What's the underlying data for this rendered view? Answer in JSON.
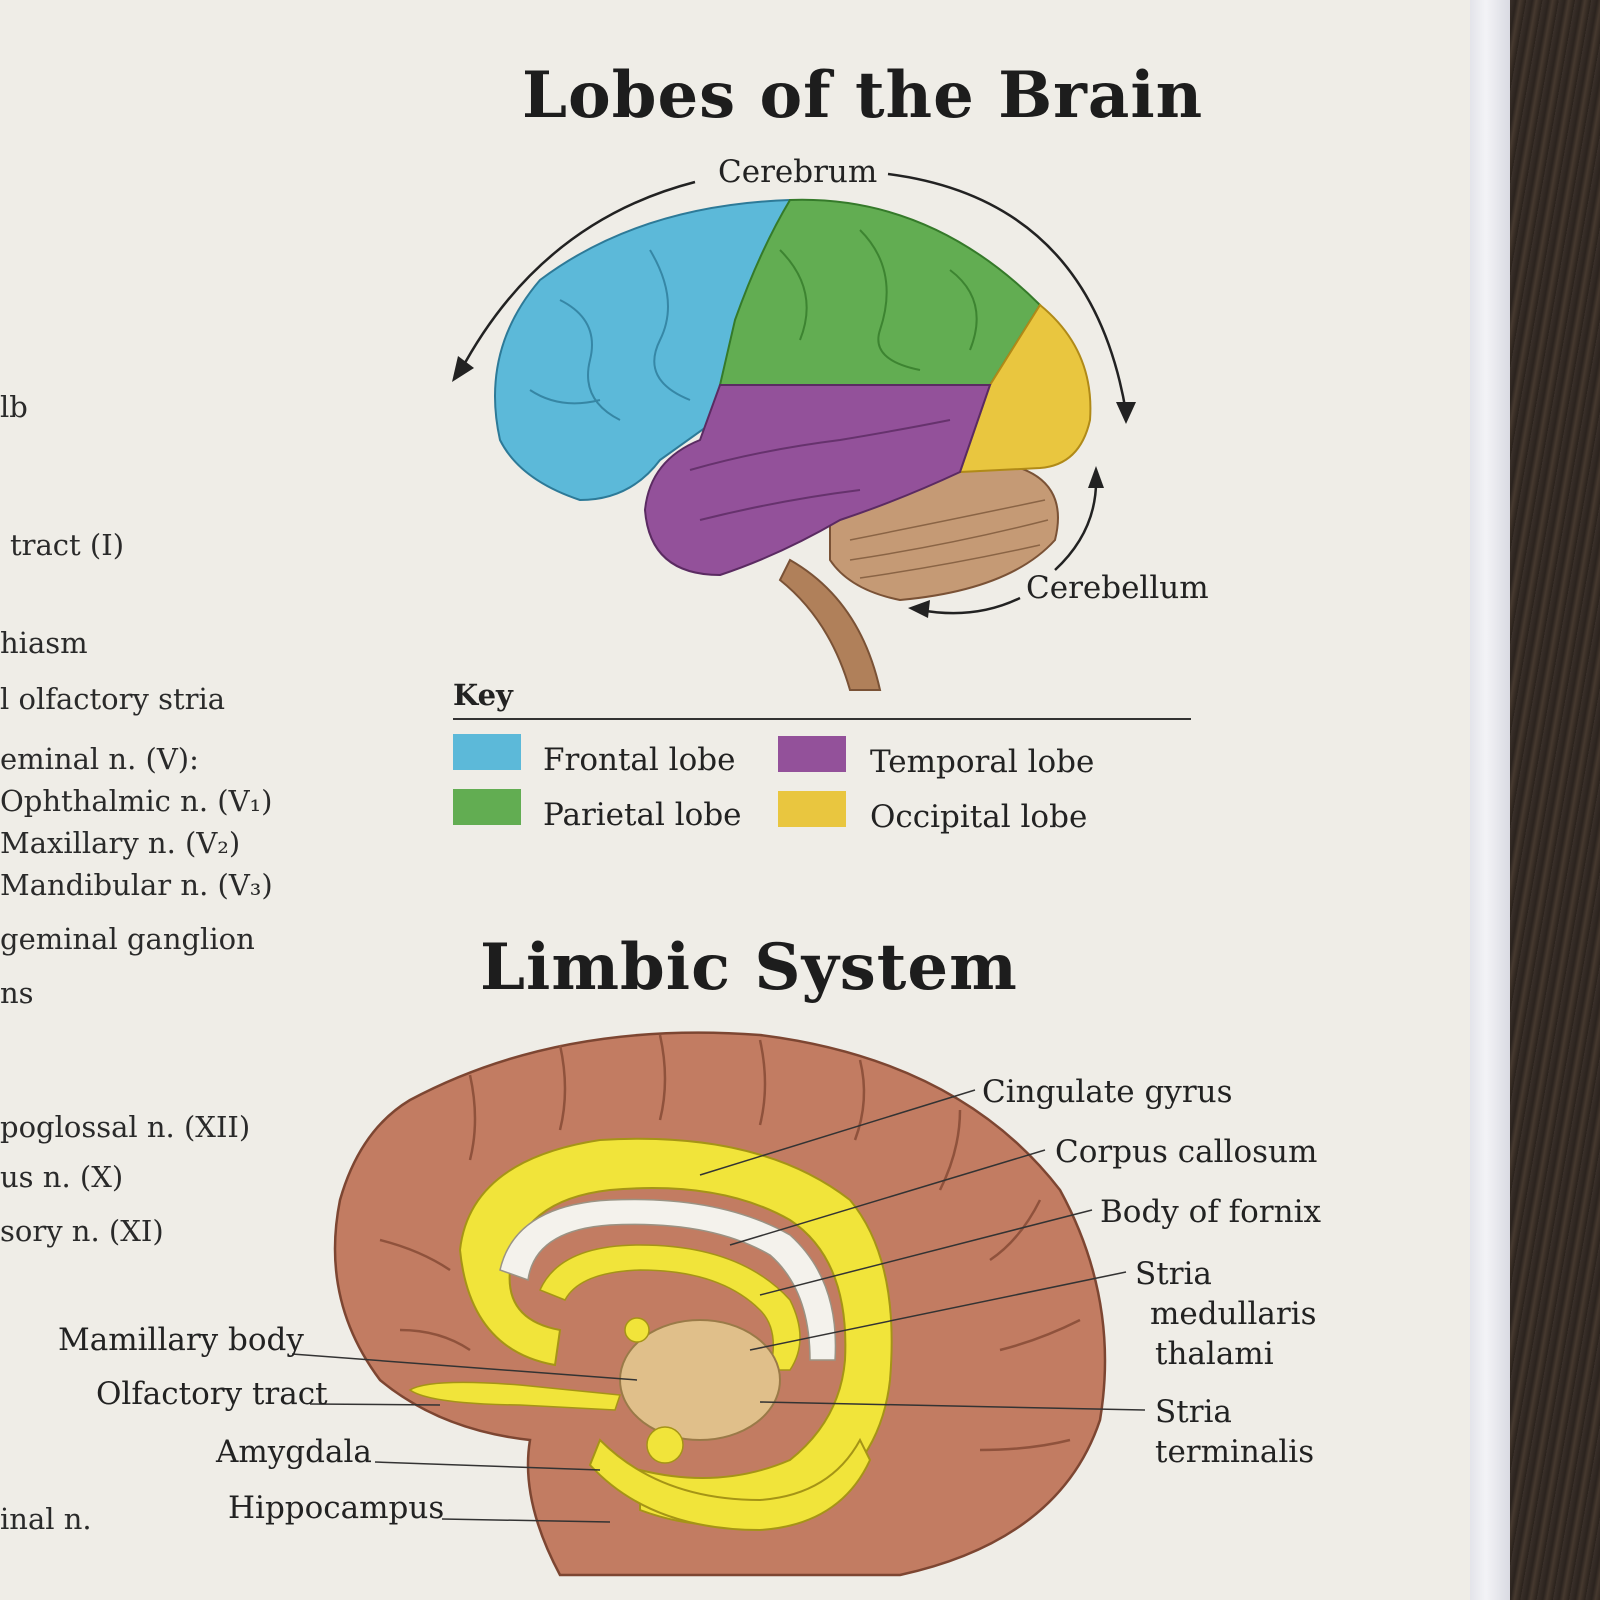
{
  "colors": {
    "frontal": "#5cb9d9",
    "parietal": "#62ad52",
    "temporal": "#93519a",
    "occipital": "#e9c63f",
    "cerebellum": "#c59a75",
    "limbic_yellow": "#f1e43a",
    "cortex_brown": "#c27c62"
  },
  "left_column": [
    "lb",
    "tract (I)",
    "hiasm",
    "l olfactory stria",
    "eminal n. (V):",
    "Ophthalmic n. (V₁)",
    "Maxillary n. (V₂)",
    "Mandibular n. (V₃)",
    "geminal ganglion",
    "ns",
    "poglossal n. (XII)",
    "us n. (X)",
    "sory n. (XI)",
    "inal n."
  ],
  "lobes": {
    "title": "Lobes of the Brain",
    "cerebrum": "Cerebrum",
    "cerebellum": "Cerebellum",
    "key": {
      "title": "Key",
      "items": [
        {
          "label": "Frontal lobe",
          "color": "#5cb9d9"
        },
        {
          "label": "Parietal lobe",
          "color": "#62ad52"
        },
        {
          "label": "Temporal lobe",
          "color": "#93519a"
        },
        {
          "label": "Occipital lobe",
          "color": "#e9c63f"
        }
      ]
    }
  },
  "limbic": {
    "title": "Limbic System",
    "labels": {
      "cingulate_gyrus": "Cingulate gyrus",
      "corpus_callosum": "Corpus callosum",
      "body_of_fornix": "Body of fornix",
      "stria_medullaris_1": "Stria",
      "stria_medullaris_2": "medullaris",
      "stria_medullaris_3": "thalami",
      "stria_terminalis_1": "Stria",
      "stria_terminalis_2": "terminalis",
      "mamillary_body": "Mamillary body",
      "olfactory_tract": "Olfactory tract",
      "amygdala": "Amygdala",
      "hippocampus": "Hippocampus"
    }
  }
}
